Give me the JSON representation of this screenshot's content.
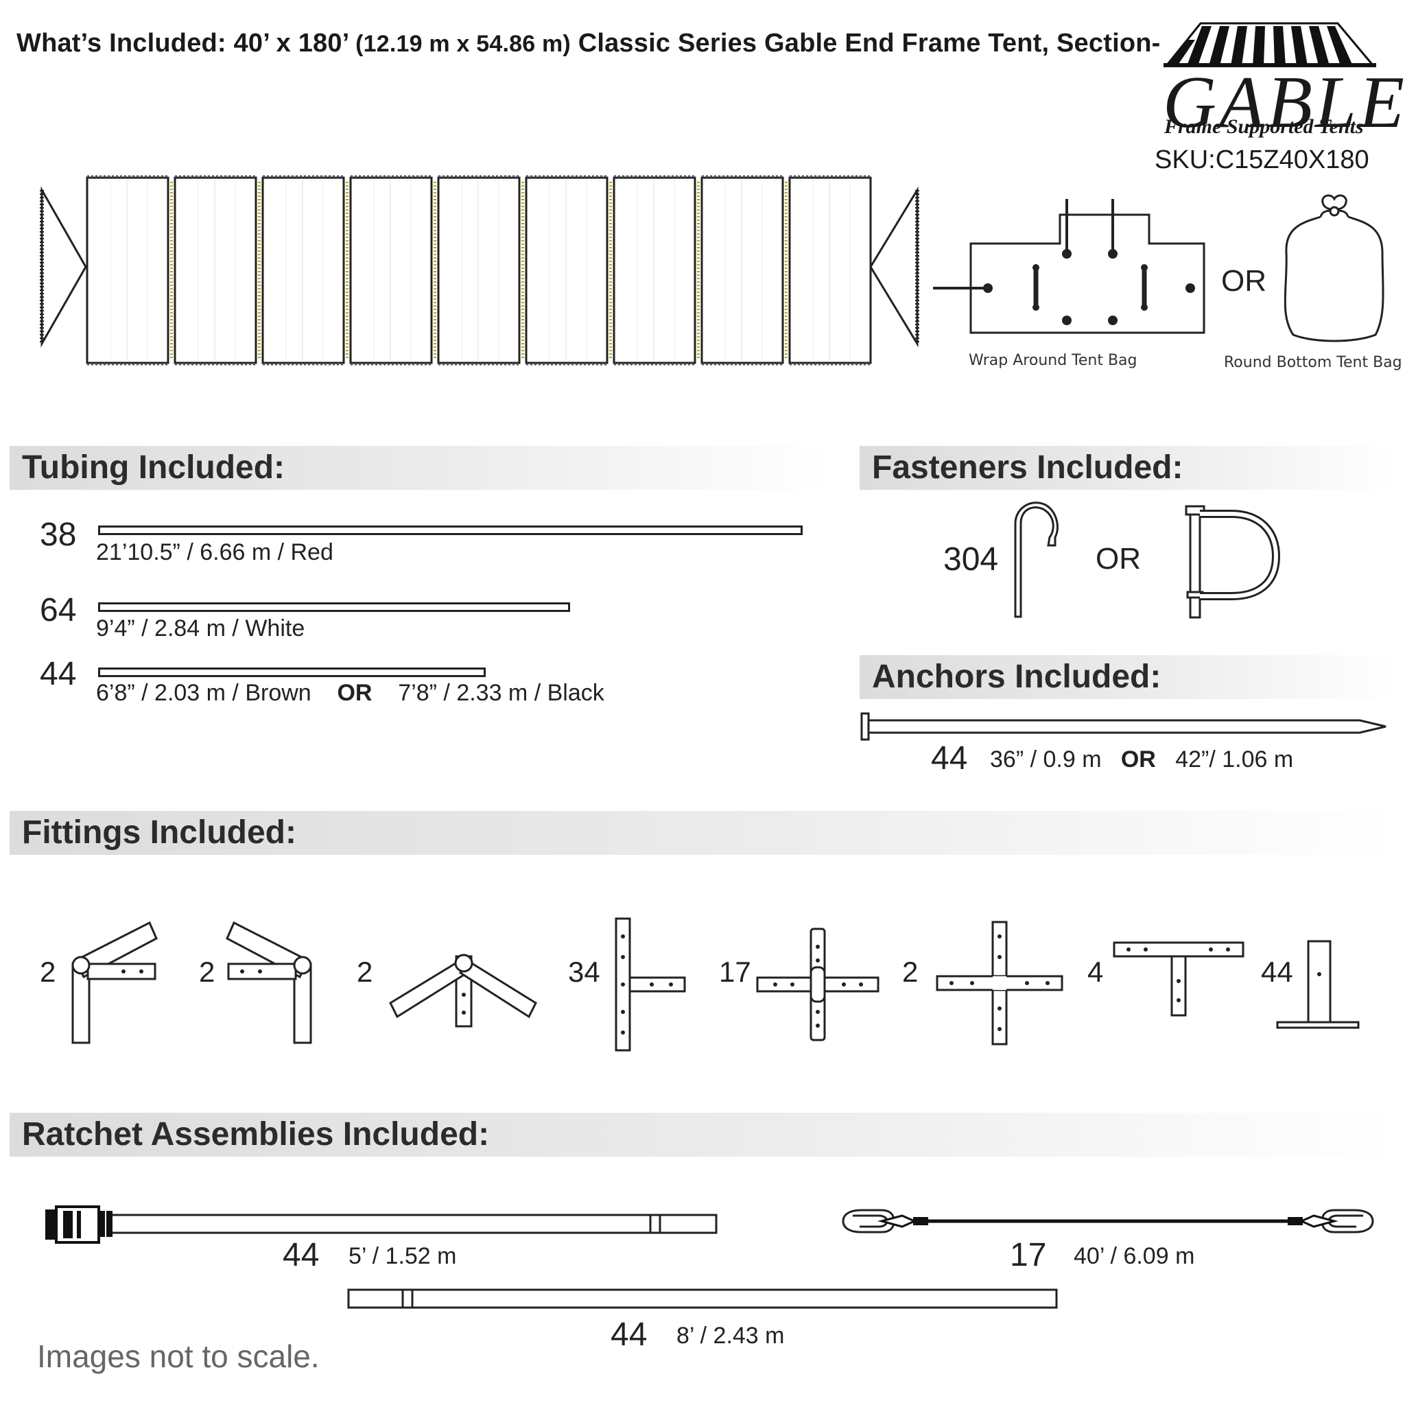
{
  "header": {
    "title_main": "What’s Included: 40’ x 180’",
    "title_metric": "(12.19 m x 54.86 m)",
    "title_rest": "Classic Series Gable End Frame Tent, Section-",
    "logo_word": "GABLE",
    "logo_sub": "Frame Supported Tents",
    "sku": "SKU:C15Z40X180"
  },
  "bags": {
    "wrap_caption": "Wrap Around Tent Bag",
    "or": "OR",
    "round_caption": "Round Bottom Tent Bag"
  },
  "sections": {
    "tubing": "Tubing Included:",
    "fasteners": "Fasteners Included:",
    "anchors": "Anchors Included:",
    "fittings": "Fittings Included:",
    "ratchets": "Ratchet Assemblies Included:"
  },
  "tubing": [
    {
      "qty": "38",
      "spec": "21’10.5” / 6.66 m  /  Red",
      "length_ratio": 1.0
    },
    {
      "qty": "64",
      "spec": "9’4” / 2.84 m  /  White",
      "length_ratio": 0.67
    },
    {
      "qty": "44",
      "spec_a": "6’8” / 2.03 m  /  Brown",
      "or": "OR",
      "spec_b": "7’8” / 2.33 m  /  Black",
      "length_ratio": 0.55
    }
  ],
  "fasteners": {
    "qty": "304",
    "or": "OR"
  },
  "anchors": {
    "qty": "44",
    "spec_a": "36” / 0.9 m",
    "or": "OR",
    "spec_b": "42”/ 1.06 m"
  },
  "fittings": [
    {
      "qty": "2",
      "icon": "left-eave-fitting-icon"
    },
    {
      "qty": "2",
      "icon": "right-eave-fitting-icon"
    },
    {
      "qty": "2",
      "icon": "ridge-peak-fitting-icon"
    },
    {
      "qty": "34",
      "icon": "tee-fitting-icon"
    },
    {
      "qty": "17",
      "icon": "ridge-cross-fitting-icon"
    },
    {
      "qty": "2",
      "icon": "cross-fitting-icon"
    },
    {
      "qty": "4",
      "icon": "corner-tee-fitting-icon"
    },
    {
      "qty": "44",
      "icon": "base-plate-icon"
    }
  ],
  "ratchets": [
    {
      "qty": "44",
      "spec": "5’ / 1.52 m"
    },
    {
      "qty": "17",
      "spec": "40’ / 6.09 m"
    },
    {
      "qty": "44",
      "spec": "8’ / 2.43 m"
    }
  ],
  "note": "Images not to scale."
}
